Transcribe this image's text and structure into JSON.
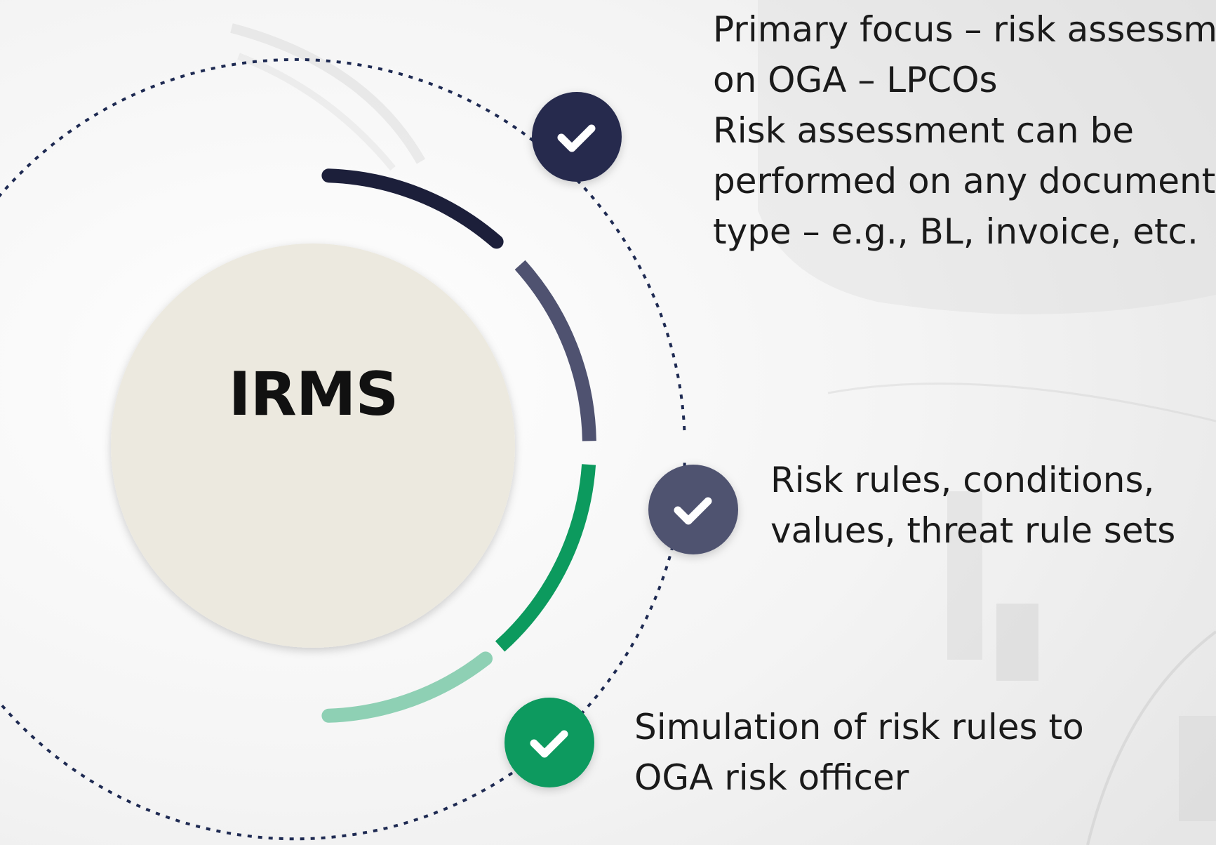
{
  "center": {
    "label": "IRMS"
  },
  "points": [
    {
      "icon": "checkmark-icon",
      "color": "#252a4e",
      "lines": [
        "Primary focus – risk assessment",
        "on OGA – LPCOs",
        "Risk assessment can be",
        "performed on any document",
        "type – e.g., BL, invoice, etc."
      ]
    },
    {
      "icon": "checkmark-icon",
      "color": "#4f5270",
      "lines": [
        "Risk rules, conditions,",
        "values, threat rule sets"
      ]
    },
    {
      "icon": "checkmark-icon",
      "color": "#0c9a5e",
      "lines": [
        "Simulation of risk rules to",
        "OGA risk officer"
      ]
    }
  ],
  "colors": {
    "center_fill": "#ece9df",
    "arc_1": "#1c1f3a",
    "arc_2": "#4f5270",
    "arc_3": "#0c9a5e",
    "arc_4": "#8ed0b4",
    "dotted_ring": "#1e2a52"
  }
}
